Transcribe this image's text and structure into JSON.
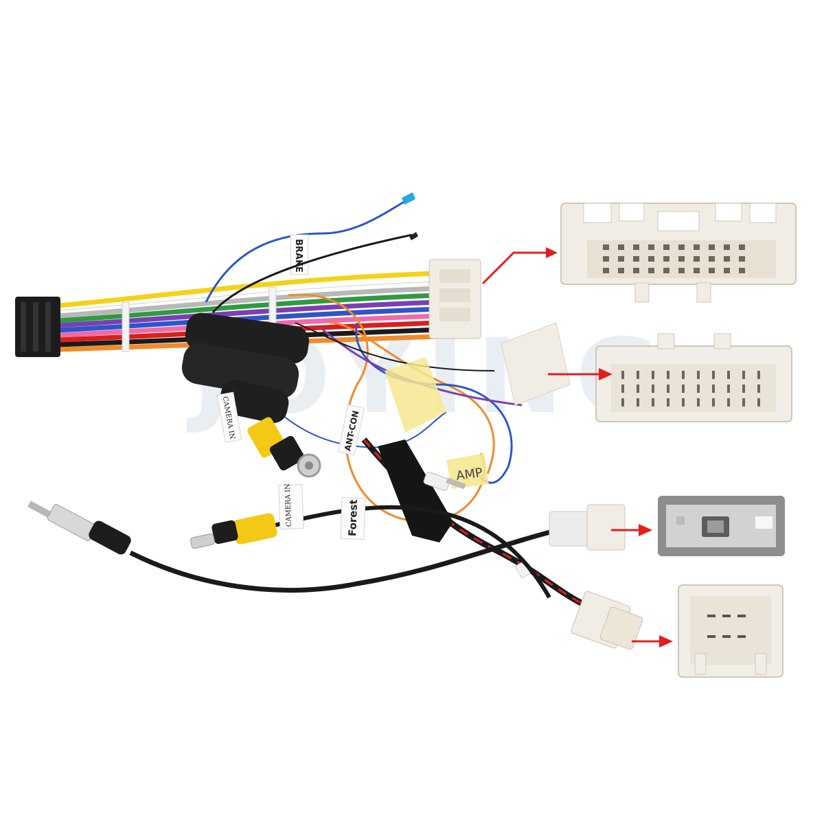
{
  "watermark": "JOYING",
  "labels": {
    "brake": "BRAKE",
    "camera_in_1": "CAMERA IN",
    "camera_in_2": "CAMERA IN",
    "ant_con": "ANT-CON",
    "amp": "AMP",
    "forest": "Forest"
  },
  "colors": {
    "arrow": "#e51d1d",
    "connector_white": "#f2ede4",
    "connector_gray": "#8d8d8d",
    "rca_yellow": "#f4c915",
    "wire_black": "#1a1a1a",
    "wire_yellow": "#f5d21a",
    "wire_red": "#d8201d",
    "wire_orange": "#f08a2a",
    "wire_blue": "#2d56c8",
    "wire_purple": "#7b3fb5",
    "wire_green": "#2f9b3f",
    "wire_pink": "#f06aa8",
    "wire_gray": "#b8b8b8"
  },
  "icons": [
    "arrow-right-icon",
    "arrow-right-icon",
    "arrow-right-icon",
    "arrow-right-icon"
  ]
}
